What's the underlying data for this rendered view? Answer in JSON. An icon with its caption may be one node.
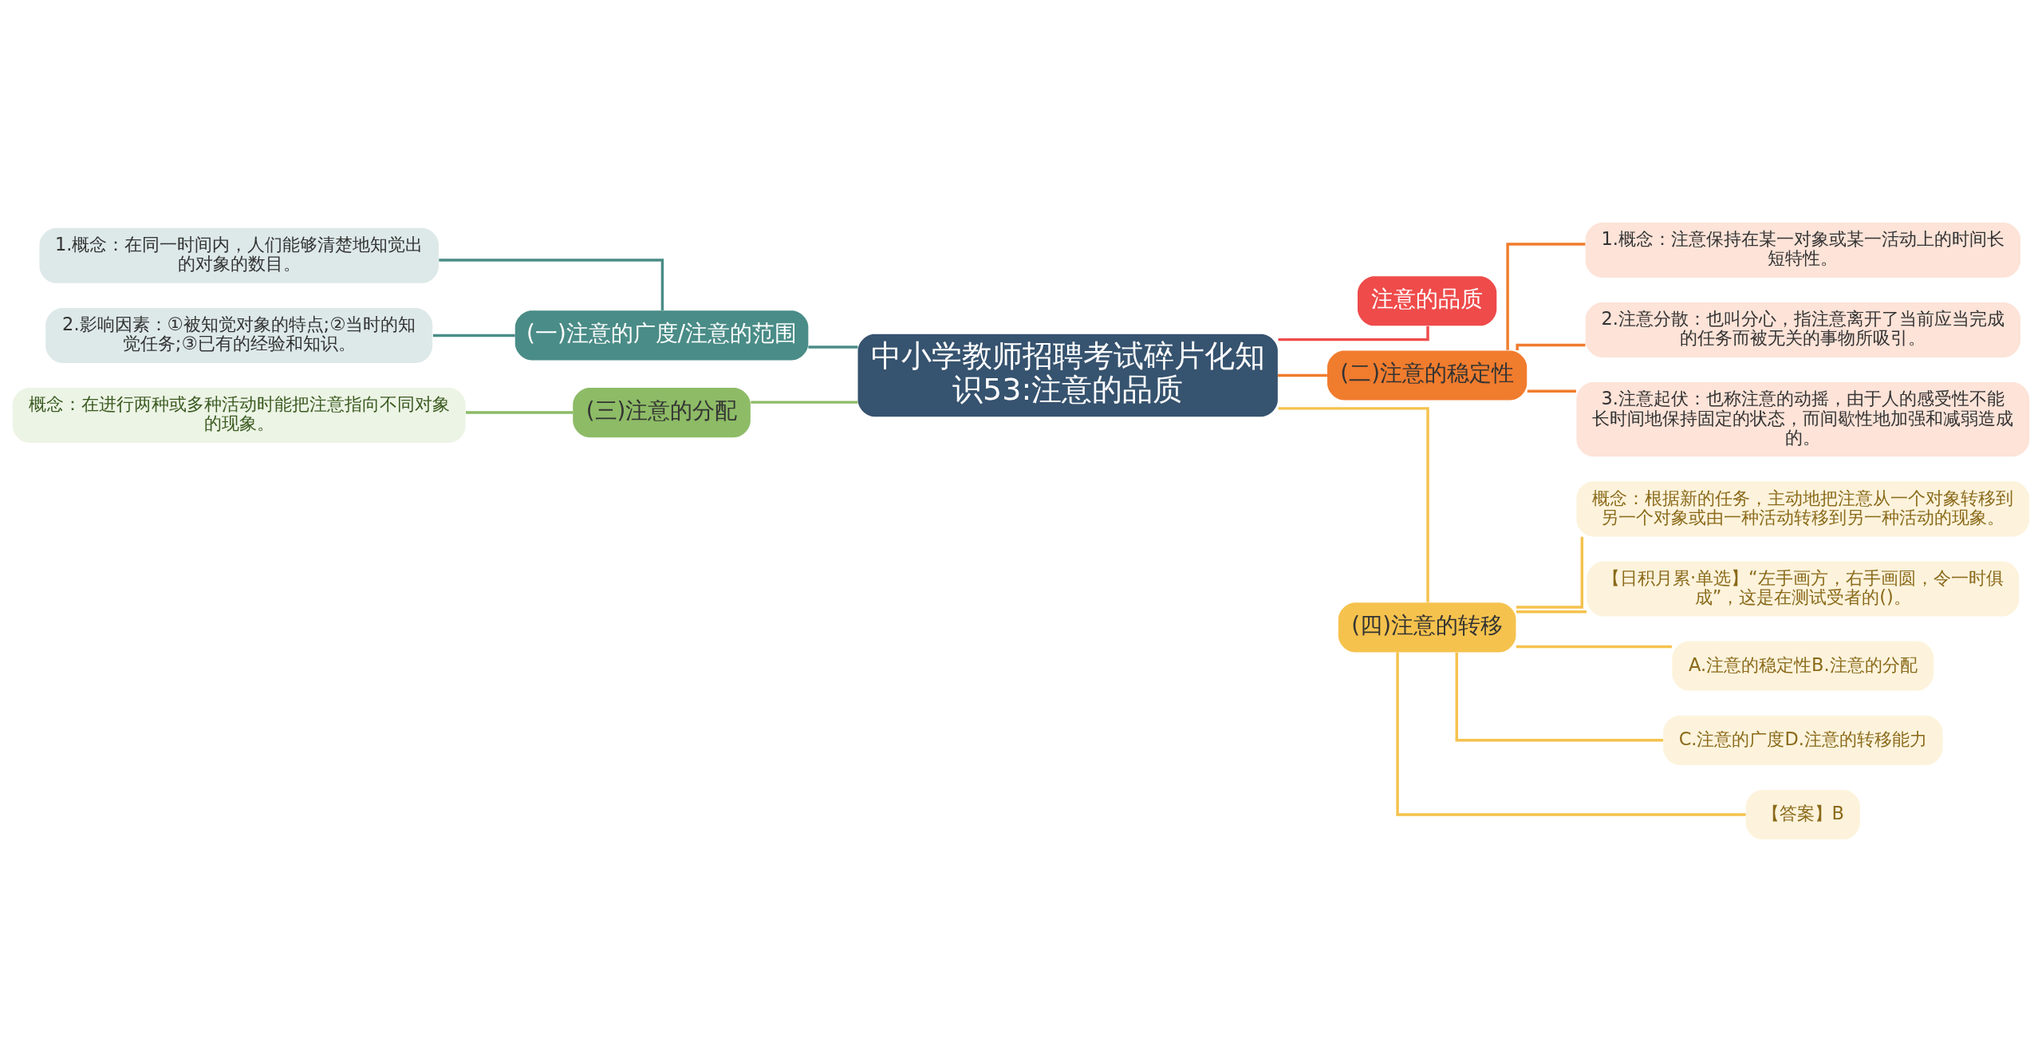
{
  "diagram": {
    "nodes": [
      {
        "text": [
          "中小学教师招聘考试碎片化知识53:注意的品质"
        ]
      },
      {
        "text": [
          "(一)注意的广度/注意的范围"
        ]
      },
      {
        "text": [
          "1.概念：在同一时间内，人们能够清楚地知觉出的对象的数目。"
        ]
      },
      {
        "text": [
          "2.影响因素：①被知觉对象的特点;②当时的知觉任务;③已有的经验和知识。"
        ]
      },
      {
        "text": [
          "(三)注意的分配"
        ]
      },
      {
        "text": [
          "概念：在进行两种或多种活动时能把注意指向不同对象的现象。"
        ]
      },
      {
        "text": [
          "注意的品质"
        ]
      },
      {
        "text": [
          "(二)注意的稳定性"
        ]
      },
      {
        "text": [
          "1.概念：注意保持在某一对象或某一活动上的时间长短特性。"
        ]
      },
      {
        "text": [
          "2.注意分散：也叫分心，指注意离开了当前应当完成的任务而被无关的事物所吸引。"
        ]
      },
      {
        "text": [
          "3.注意起伏：也称注意的动摇，由于人的感受性不能长时间地保持固定的状态，而间歇性地加强和减弱造成的。"
        ]
      },
      {
        "text": [
          "(四)注意的转移"
        ]
      },
      {
        "text": [
          "概念：根据新的任务，主动地把注意从一个对象转移到另一个对象或由一种活动转移到另一种活动的现象。"
        ]
      },
      {
        "text": [
          "【日积月累·单选】“左手画方，右手画圆，令一时俱成”，这是在测试受者的()。"
        ]
      },
      {
        "text": [
          "A.注意的稳定性B.注意的分配"
        ]
      },
      {
        "text": [
          "C.注意的广度D.注意的转移能力"
        ]
      },
      {
        "text": [
          "【答案】B"
        ]
      }
    ],
    "edges": [
      {
        "from": 0,
        "to": 1,
        "arrow": "none",
        "color": "#4a8c87"
      },
      {
        "from": 1,
        "to": 2,
        "arrow": "none",
        "color": "#4a8c87"
      },
      {
        "from": 1,
        "to": 3,
        "arrow": "none",
        "color": "#4a8c87"
      },
      {
        "from": 0,
        "to": 4,
        "arrow": "none",
        "color": "#8dbb66"
      },
      {
        "from": 4,
        "to": 5,
        "arrow": "none",
        "color": "#8dbb66"
      },
      {
        "from": 0,
        "to": 6,
        "arrow": "none",
        "color": "#ef4b4b"
      },
      {
        "from": 0,
        "to": 7,
        "arrow": "none",
        "color": "#f07c2e"
      },
      {
        "from": 7,
        "to": 8,
        "arrow": "none",
        "color": "#f07c2e"
      },
      {
        "from": 7,
        "to": 9,
        "arrow": "none",
        "color": "#f07c2e"
      },
      {
        "from": 7,
        "to": 10,
        "arrow": "none",
        "color": "#f07c2e"
      },
      {
        "from": 0,
        "to": 11,
        "arrow": "none"
      },
      {
        "from": 11,
        "to": 12,
        "arrow": "none"
      },
      {
        "from": 11,
        "to": 13,
        "arrow": "none"
      },
      {
        "from": 11,
        "to": 14,
        "arrow": "none"
      },
      {
        "from": 11,
        "to": 15,
        "arrow": "none"
      },
      {
        "from": 11,
        "to": 16,
        "arrow": "none"
      }
    ]
  }
}
